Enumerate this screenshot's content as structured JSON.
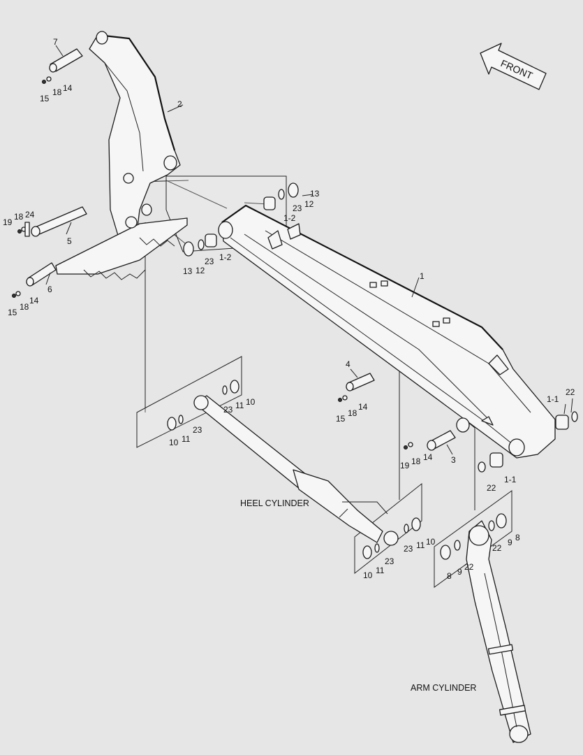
{
  "diagram": {
    "front_label": "FRONT",
    "captions": {
      "heel_cylinder": "HEEL CYLINDER",
      "arm_cylinder": "ARM CYLINDER"
    },
    "callouts": [
      "7",
      "15",
      "18",
      "14",
      "2",
      "19",
      "18",
      "24",
      "5",
      "6",
      "15",
      "18",
      "14",
      "13",
      "12",
      "23",
      "1-2",
      "13",
      "12",
      "23",
      "1-2",
      "1",
      "4",
      "15",
      "18",
      "14",
      "19",
      "18",
      "14",
      "3",
      "22",
      "1-1",
      "22",
      "1-1",
      "23",
      "11",
      "10",
      "10",
      "11",
      "23",
      "23",
      "11",
      "10",
      "10",
      "11",
      "23",
      "9",
      "8",
      "22",
      "8",
      "9",
      "22"
    ]
  }
}
